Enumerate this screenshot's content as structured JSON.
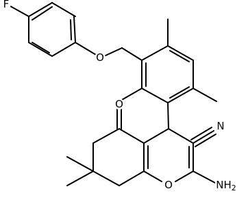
{
  "molecule": {
    "atoms": {
      "fluorine": "F",
      "ether_oxygen": "O",
      "ketone_oxygen": "O",
      "ring_oxygen": "O",
      "nitrile_nitrogen": "N",
      "amine": "NH2"
    },
    "colors": {
      "bond": "#000000",
      "label": "#000000",
      "background": "#ffffff"
    }
  }
}
